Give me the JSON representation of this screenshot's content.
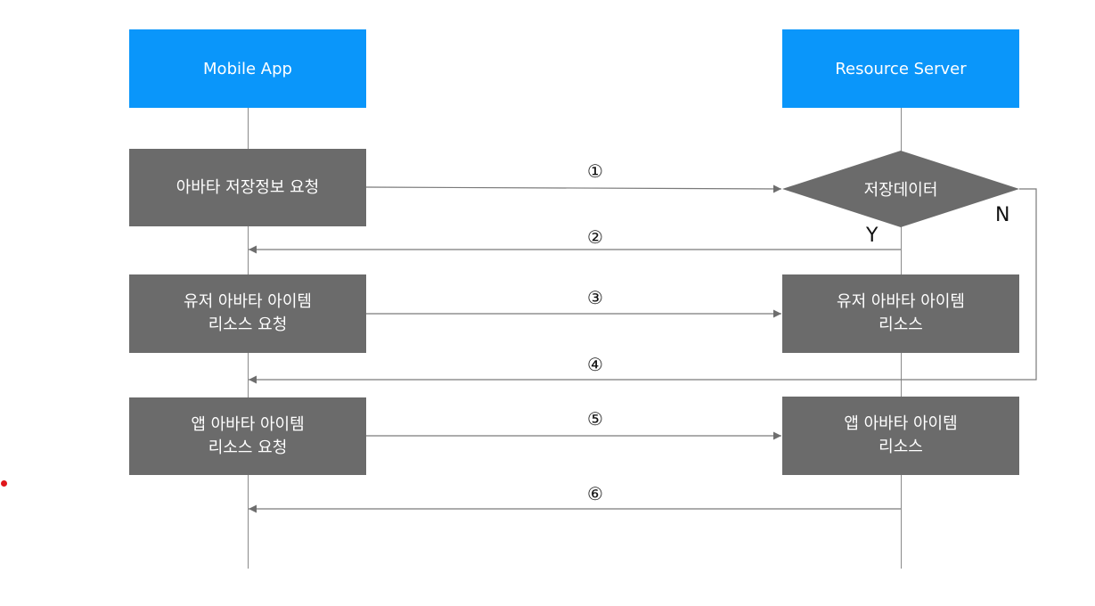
{
  "participants": {
    "left": "Mobile App",
    "right": "Resource Server"
  },
  "left_boxes": [
    "아바타 저장정보 요청",
    "유저 아바타 아이템\n리소스 요청",
    "앱 아바타 아이템\n리소스 요청"
  ],
  "decision": {
    "label": "저장데이터",
    "yes": "Y",
    "no": "N"
  },
  "right_boxes": [
    "유저 아바타 아이템\n리소스",
    "앱 아바타 아이템\n리소스"
  ],
  "steps": [
    "①",
    "②",
    "③",
    "④",
    "⑤",
    "⑥"
  ],
  "colors": {
    "header": "#0a96fa",
    "box": "#6b6b6b",
    "line": "#8a8a8a",
    "dot": "#e0161b"
  }
}
